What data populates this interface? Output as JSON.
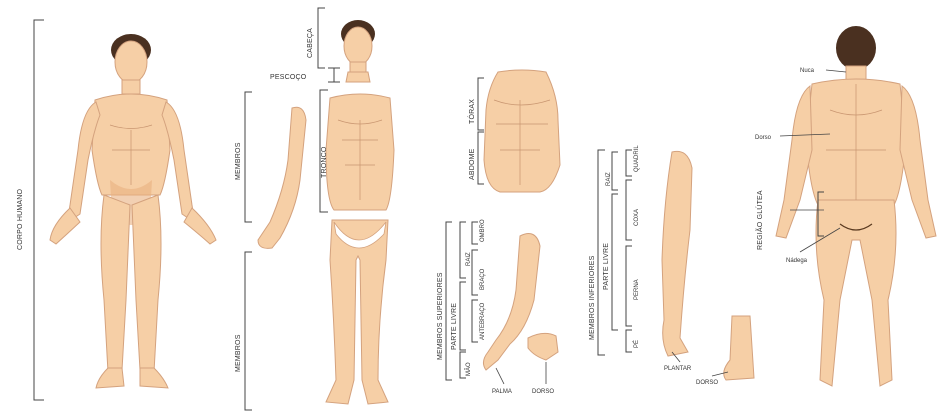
{
  "labels": {
    "corpo_humano": "CORPO HUMANO",
    "cabeca": "CABEÇA",
    "pescoco": "PESCOÇO",
    "membros_top": "MEMBROS",
    "tronco": "TRONCO",
    "membros_bottom": "MEMBROS",
    "torax": "TÓRAX",
    "abdome": "ABDOME",
    "membros_superiores": "MEMBROS SUPERIORES",
    "parte_livre_sup": "PARTE LIVRE",
    "raiz_sup": "RAIZ",
    "ombro": "OMBRO",
    "braco": "BRAÇO",
    "antebraco": "ANTEBRAÇO",
    "mao": "MÃO",
    "palma": "PALMA",
    "dorso_mao": "DORSO",
    "membros_inferiores": "MEMBROS INFERIORES",
    "parte_livre_inf": "PARTE LIVRE",
    "raiz_inf": "RAIZ",
    "quadril": "QUADRIL",
    "coxa": "COXA",
    "perna": "PERNA",
    "pe": "PÉ",
    "plantar": "PLANTAR",
    "dorso_pe": "DORSO",
    "nuca": "Nuca",
    "dorso_back": "Dorso",
    "regiao_glutea": "REGIÃO GLÚTEA",
    "nadega": "Nádega"
  }
}
